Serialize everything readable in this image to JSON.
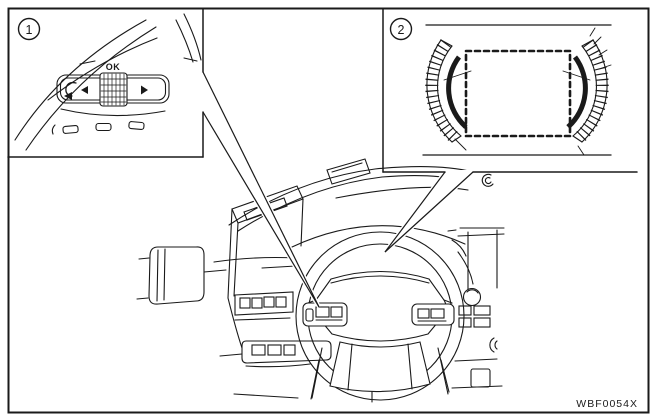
{
  "figure_code": "WBF0054X",
  "colors": {
    "line": "#1a1a1a",
    "background": "#ffffff"
  },
  "callout1": {
    "number": "1"
  },
  "callout2": {
    "number": "2"
  },
  "steering_switches": {
    "ok_label": "OK",
    "icons": {
      "back": "return-arrow-icon",
      "previous": "left-triangle-icon",
      "next": "right-triangle-icon",
      "ok_key": "ok-grid-key-icon"
    }
  },
  "instrument_cluster": {
    "icons": {
      "left_gauge": "tachometer-arc-icon",
      "right_gauge": "speedometer-arc-icon",
      "display_area": "dashed-display-outline"
    }
  }
}
